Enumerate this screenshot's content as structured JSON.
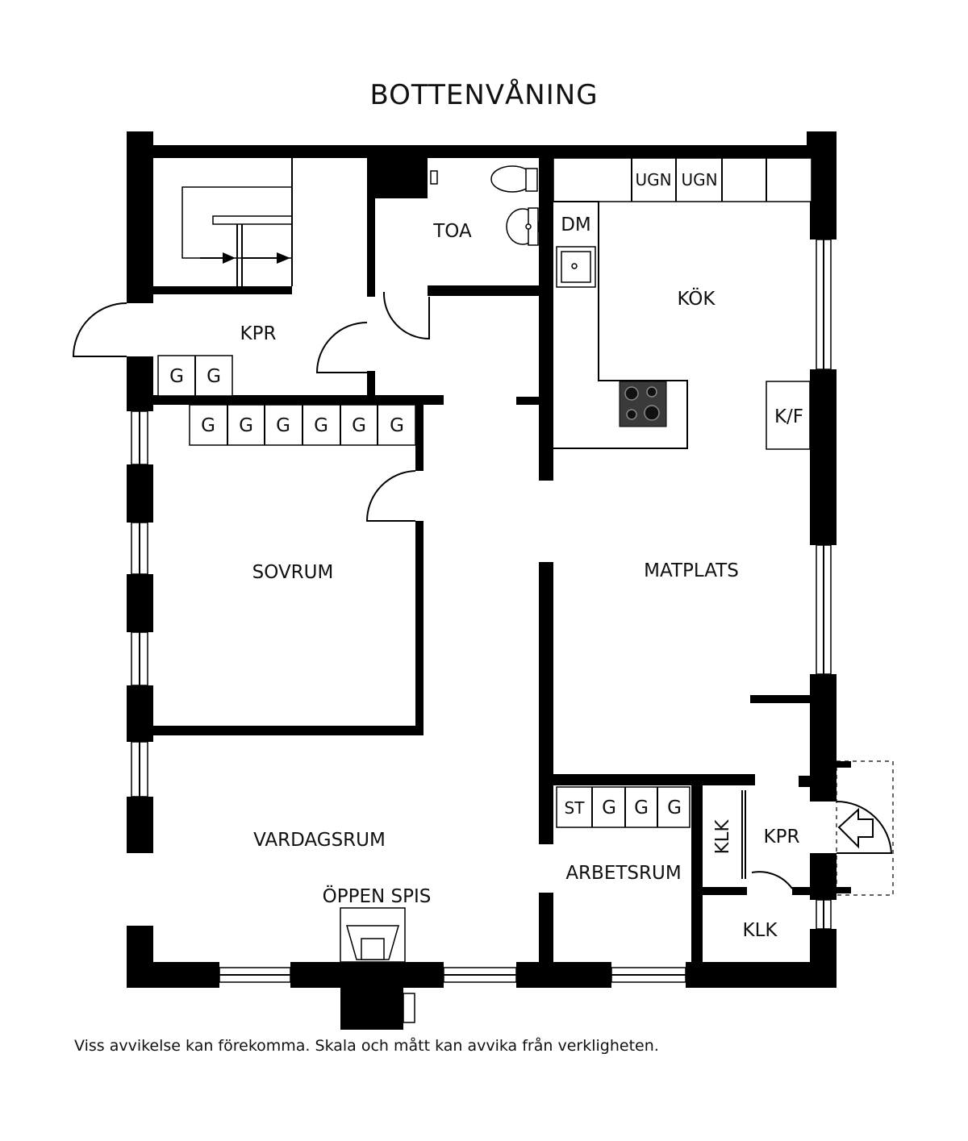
{
  "title": "BOTTENVÅNING",
  "disclaimer": "Viss avvikelse kan förekomma. Skala och mått kan avvika från verkligheten.",
  "rooms": {
    "toa": "TOA",
    "kok": "KÖK",
    "kpr_top": "KPR",
    "sovrum": "SOVRUM",
    "matplats": "MATPLATS",
    "vardagsrum": "VARDAGSRUM",
    "oppen_spis": "ÖPPEN SPIS",
    "arbetsrum": "ARBETSRUM",
    "kpr_bottom": "KPR",
    "klk_side": "KLK",
    "klk_bottom": "KLK"
  },
  "fixtures": {
    "ugn_1": "UGN",
    "ugn_2": "UGN",
    "dm": "DM",
    "kf": "K/F",
    "st": "ST",
    "wardrobe_kpr": [
      "G",
      "G"
    ],
    "wardrobe_sovrum": [
      "G",
      "G",
      "G",
      "G",
      "G",
      "G"
    ],
    "wardrobe_arbetsrum": [
      "G",
      "G",
      "G"
    ]
  }
}
